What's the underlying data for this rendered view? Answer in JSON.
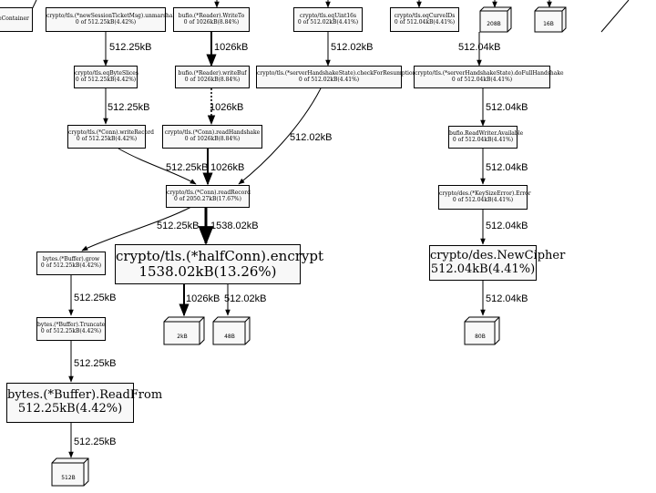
{
  "nodes": {
    "container": {
      "line1": "eContainer"
    },
    "new_session": {
      "line1": "crypto/tls.(*newSessionTicketMsg).unmarshal",
      "line2": "0 of 512.25kB(4.42%)"
    },
    "bufio_writeto": {
      "line1": "bufio.(*Reader).WriteTo",
      "line2": "0 of 1026kB(8.84%)"
    },
    "eq_uint16s": {
      "line1": "crypto/tls.eqUint16s",
      "line2": "0 of 512.02kB(4.41%)"
    },
    "eq_curve_ids": {
      "line1": "crypto/tls.eqCurveIDs",
      "line2": "0 of 512.04kB(4.41%)"
    },
    "eq_byte_slices": {
      "line1": "crypto/tls.eqByteSlices",
      "line2": "0 of 512.25kB(4.42%)"
    },
    "bufio_writebuf": {
      "line1": "bufio.(*Reader).writeBuf",
      "line2": "0 of 1026kB(8.84%)"
    },
    "check_resumption": {
      "line1": "crypto/tls.(*serverHandshakeState).checkForResumption",
      "line2": "0 of 512.02kB(4.41%)"
    },
    "do_full_handshake": {
      "line1": "crypto/tls.(*serverHandshakeState).doFullHandshake",
      "line2": "0 of 512.04kB(4.41%)"
    },
    "write_record": {
      "line1": "crypto/tls.(*Conn).writeRecord",
      "line2": "0 of 512.25kB(4.42%)"
    },
    "read_handshake": {
      "line1": "crypto/tls.(*Conn).readHandshake",
      "line2": "0 of 1026kB(8.84%)"
    },
    "writer_available": {
      "line1": "bufio.ReadWriter.Available",
      "line2": "0 of 512.04kB(4.41%)"
    },
    "read_record": {
      "line1": "crypto/tls.(*Conn).readRecord",
      "line2": "0 of 2050.27kB(17.67%)"
    },
    "key_size_error": {
      "line1": "crypto/des.(*KeySizeError).Error",
      "line2": "0 of 512.04kB(4.41%)"
    },
    "bytes_grow": {
      "line1": "bytes.(*Buffer).grow",
      "line2": "0 of 512.25kB(4.42%)"
    },
    "half_conn_encrypt": {
      "line1": "crypto/tls.(*halfConn).encrypt",
      "line2": "1538.02kB(13.26%)"
    },
    "des_new_cipher": {
      "line1": "crypto/des.NewCipher",
      "line2": "512.04kB(4.41%)"
    },
    "bytes_truncate": {
      "line1": "bytes.(*Buffer).Truncate",
      "line2": "0 of 512.25kB(4.42%)"
    },
    "bytes_readfrom": {
      "line1": "bytes.(*Buffer).ReadFrom",
      "line2": "512.25kB(4.42%)"
    }
  },
  "boxes": {
    "b208": "208B",
    "b16": "16B",
    "b2k": "2kB",
    "b48": "48B",
    "b80": "80B",
    "b512": "512B"
  },
  "edges": {
    "e1": "512.25kB",
    "e2": "1026kB",
    "e3": "512.02kB",
    "e4": "512.04kB",
    "e5": "512.25kB",
    "e6": "1026kB",
    "e7": "512.02kB",
    "e8": "512.25kB",
    "e9": "1026kB",
    "e10": "512.04kB",
    "e11": "512.25kB",
    "e12": "1538.02kB",
    "e13": "512.04kB",
    "e14": "1026kB",
    "e15": "512.02kB",
    "e16": "512.25kB",
    "e17": "512.04kB",
    "e18": "512.25kB",
    "e19": "512.25kB"
  }
}
